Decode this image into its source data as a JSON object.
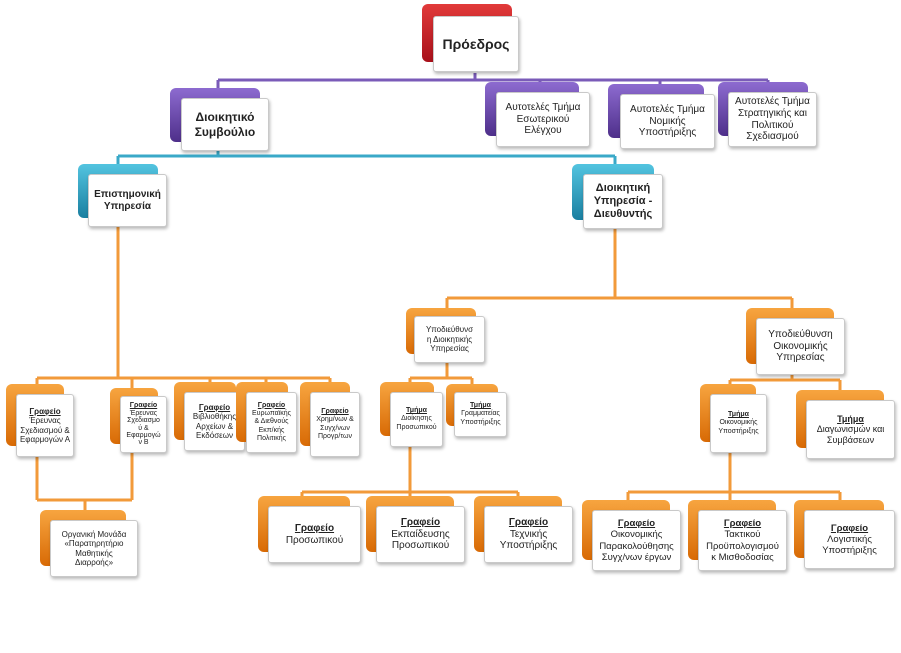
{
  "colors": {
    "red": "#c0282b",
    "purple": "#6a4aa8",
    "teal": "#2b9fc0",
    "orange": "#f08a1c"
  },
  "nodes": {
    "president": {
      "l1": "Πρόεδρος"
    },
    "board": {
      "l1": "Διοικητικό",
      "l2": "Συμβούλιο"
    },
    "audit": {
      "l1": "Αυτοτελές Τμήμα",
      "l2": "Εσωτερικού",
      "l3": "Ελέγχου"
    },
    "legal": {
      "l1": "Αυτοτελές Τμήμα",
      "l2": "Νομικής",
      "l3": "Υποστήριξης"
    },
    "strategy": {
      "l1": "Αυτοτελές Τμήμα",
      "l2": "Στρατηγικής και",
      "l3": "Πολιτικού",
      "l4": "Σχεδιασμού"
    },
    "science": {
      "l1": "Επιστημονική",
      "l2": "Υπηρεσία"
    },
    "admin": {
      "l1": "Διοικητική",
      "l2": "Υπηρεσία -",
      "l3": "Διευθυντής"
    },
    "sci_a": {
      "t": "Γραφείο",
      "l1": "Έρευνας",
      "l2": "Σχεδιασμού &",
      "l3": "Εφαρμογών Α"
    },
    "sci_b": {
      "t": "Γραφείο",
      "l1": "Έρευνας",
      "l2": "Σχεδιασμο",
      "l3": "ύ &",
      "l4": "Εφαρμογώ",
      "l5": "ν Β"
    },
    "library": {
      "t": "Γραφείο",
      "l1": "Βιβλιοθήκης",
      "l2": "Αρχείων &",
      "l3": "Εκδόσεων"
    },
    "euro": {
      "t": "Γραφείο",
      "l1": "Ευρωπαϊκής",
      "l2": "& Διεθνούς",
      "l3": "Εκπ/κής",
      "l4": "Πολιτικής"
    },
    "fin_prog": {
      "t": "Γραφείο",
      "l1": "Χρημ/νων &",
      "l2": "Συγχ/νων",
      "l3": "Προγρ/των"
    },
    "observatory": {
      "l1": "Οργανική Μονάδα",
      "l2": "«Παρατηρητήριο",
      "l3": "Μαθητικής",
      "l4": "Διαρροής»"
    },
    "sub_admin": {
      "l1": "Υποδιεύθυνσ",
      "l2": "η Διοικητικής",
      "l3": "Υπηρεσίας"
    },
    "sub_econ": {
      "l1": "Υποδιεύθυνση",
      "l2": "Οικονομικής",
      "l3": "Υπηρεσίας"
    },
    "dept_personnel": {
      "t": "Τμήμα",
      "l1": "Διοίκησης",
      "l2": "Προσωπικού"
    },
    "dept_secretariat": {
      "t": "Τμήμα",
      "l1": "Γραμματείας",
      "l2": "Υποστήριξης"
    },
    "dept_econ": {
      "t": "Τμήμα",
      "l1": "Οικονομικής",
      "l2": "Υποστήριξης"
    },
    "dept_tenders": {
      "t": "Τμήμα",
      "l1": "Διαγωνισμών και",
      "l2": "Συμβάσεων"
    },
    "off_personnel": {
      "t": "Γραφείο",
      "l1": "Προσωπικού"
    },
    "off_training": {
      "t": "Γραφείο",
      "l1": "Εκπαίδευσης",
      "l2": "Προσωπικού"
    },
    "off_tech": {
      "t": "Γραφείο",
      "l1": "Τεχνικής",
      "l2": "Υποστήριξης"
    },
    "off_monitor": {
      "t": "Γραφείο",
      "l1": "Οικονομικής",
      "l2": "Παρακολούθησης",
      "l3": "Συγχ/νων έργων"
    },
    "off_budget": {
      "t": "Γραφείο",
      "l1": "Τακτικού",
      "l2": "Προϋπολογισμού",
      "l3": "κ Μισθοδοσίας"
    },
    "off_logistics": {
      "t": "Γραφείο",
      "l1": "Λογιστικής",
      "l2": "Υποστήριξης"
    }
  }
}
